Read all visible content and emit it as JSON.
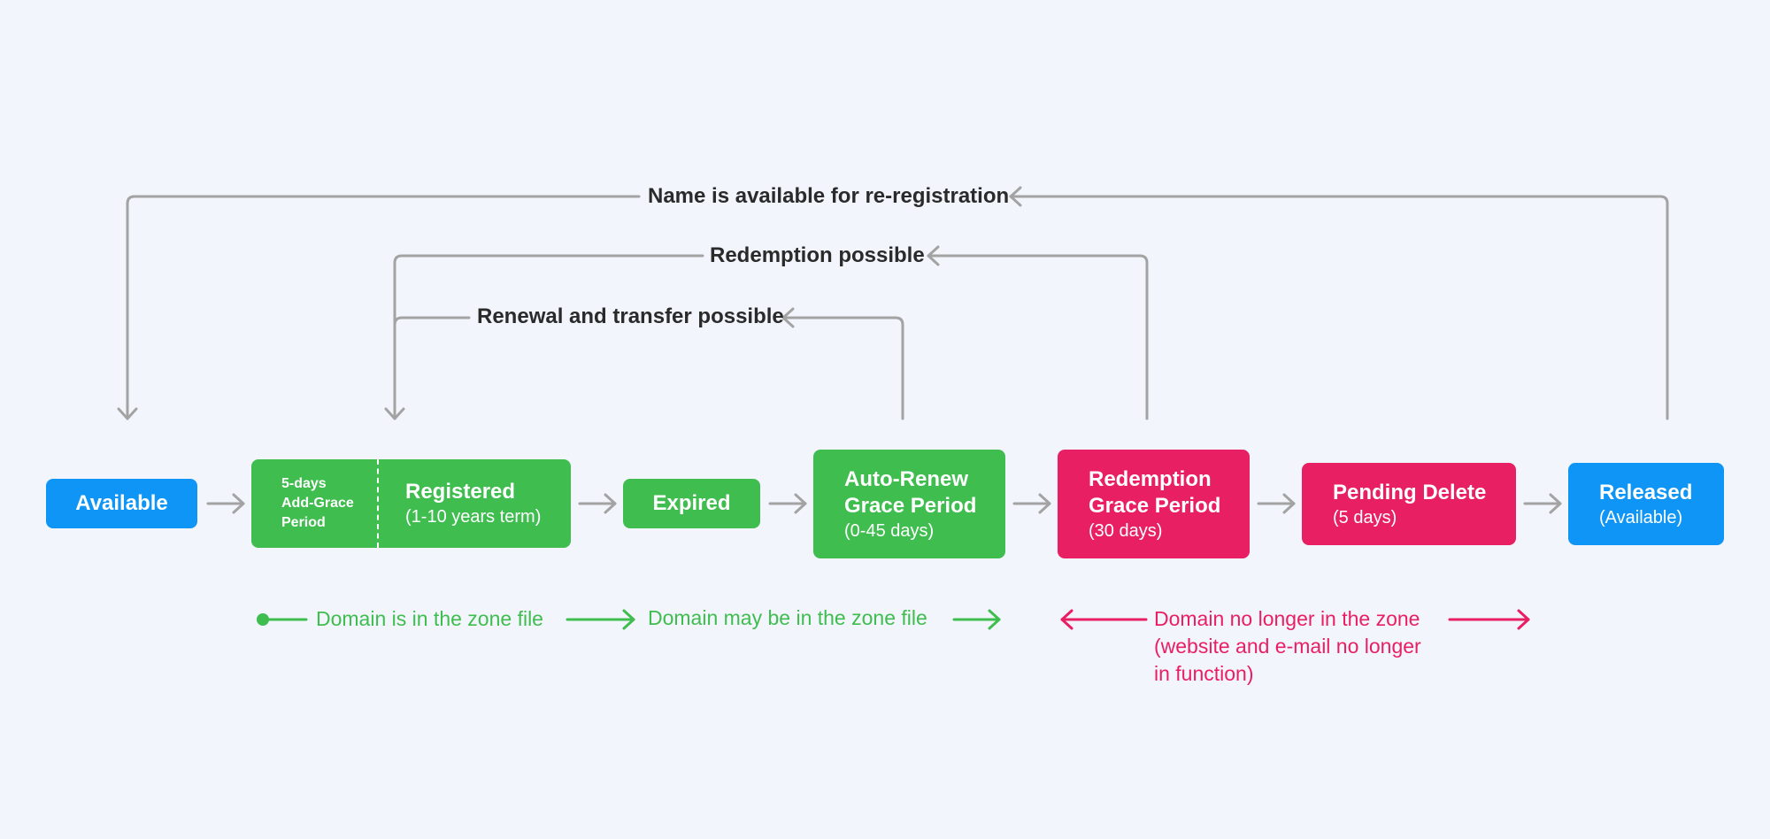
{
  "colors": {
    "background": "#f2f5fb",
    "available_blue": "#0f95f5",
    "active_green": "#3fbd4f",
    "deleting_pink": "#e81f63",
    "connector_gray": "#a3a3a3",
    "label_text": "#2a2a2a"
  },
  "states": {
    "available": {
      "title": "Available"
    },
    "registered": {
      "grace": "5-days\nAdd-Grace\nPeriod",
      "title": "Registered",
      "sub": "(1-10 years term)"
    },
    "expired": {
      "title": "Expired"
    },
    "auto_renew": {
      "title": "Auto-Renew\nGrace Period",
      "sub": "(0-45 days)"
    },
    "redemption": {
      "title": "Redemption\nGrace Period",
      "sub": "(30 days)"
    },
    "pending_delete": {
      "title": "Pending Delete",
      "sub": "(5 days)"
    },
    "released": {
      "title": "Released",
      "sub": "(Available)"
    }
  },
  "loops": {
    "reregistration": "Name is available for re-registration",
    "redemption": "Redemption possible",
    "renewal": "Renewal and transfer possible"
  },
  "zones": {
    "in_zone": "Domain is in the zone file",
    "maybe_in_zone": "Domain may be in the zone file",
    "no_longer_line1": "Domain no longer in the zone",
    "no_longer_line2": "(website and e-mail no longer",
    "no_longer_line3": "in function)"
  }
}
